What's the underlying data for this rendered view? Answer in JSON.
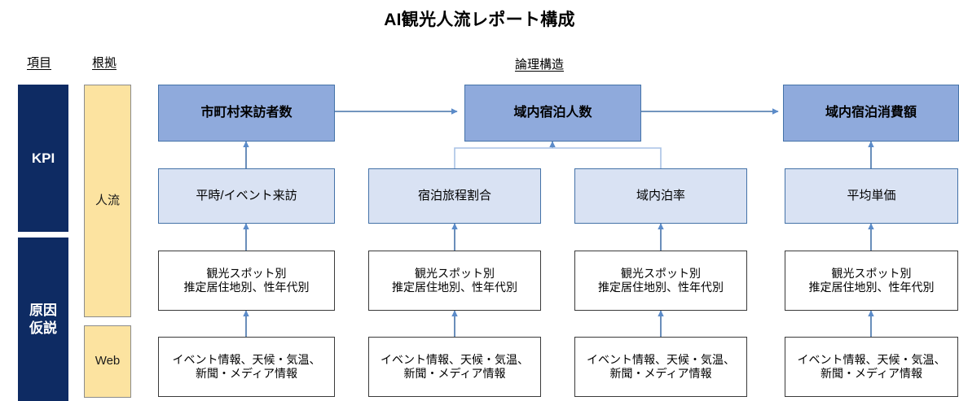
{
  "title": "AI観光人流レポート構成",
  "columns": {
    "item_header": "項目",
    "evidence_header": "根拠",
    "logic_header": "論理構造"
  },
  "item_bands": [
    {
      "label": "KPI"
    },
    {
      "label": "原因\n仮説"
    }
  ],
  "evidence_bands": [
    {
      "label": "人流"
    },
    {
      "label": "Web"
    }
  ],
  "level1": [
    {
      "label": "市町村来訪者数"
    },
    {
      "label": "域内宿泊人数"
    },
    {
      "label": "域内宿泊消費額"
    }
  ],
  "level2": [
    {
      "label": "平時/イベント来訪"
    },
    {
      "label": "宿泊旅程割合"
    },
    {
      "label": "域内泊率"
    },
    {
      "label": "平均単価"
    }
  ],
  "level3": [
    {
      "line1": "観光スポット別",
      "line2": "推定居住地別、性年代別"
    },
    {
      "line1": "観光スポット別",
      "line2": "推定居住地別、性年代別"
    },
    {
      "line1": "観光スポット別",
      "line2": "推定居住地別、性年代別"
    },
    {
      "line1": "観光スポット別",
      "line2": "推定居住地別、性年代別"
    }
  ],
  "level4": [
    {
      "line1": "イベント情報、天候・気温、",
      "line2": "新聞・メディア情報"
    },
    {
      "line1": "イベント情報、天候・気温、",
      "line2": "新聞・メディア情報"
    },
    {
      "line1": "イベント情報、天候・気温、",
      "line2": "新聞・メディア情報"
    },
    {
      "line1": "イベント情報、天候・気温、",
      "line2": "新聞・メディア情報"
    }
  ],
  "colors": {
    "kpi_navy": "#0E2B63",
    "evidence_yellow": "#FCE3A0",
    "level1_blue": "#8FAADC",
    "level2_blue": "#D9E2F3",
    "arrow_blue": "#4472A8",
    "arrowhead_blue": "#5B8BC9",
    "box_outline": "#3a3a3a",
    "background": "#ffffff"
  }
}
